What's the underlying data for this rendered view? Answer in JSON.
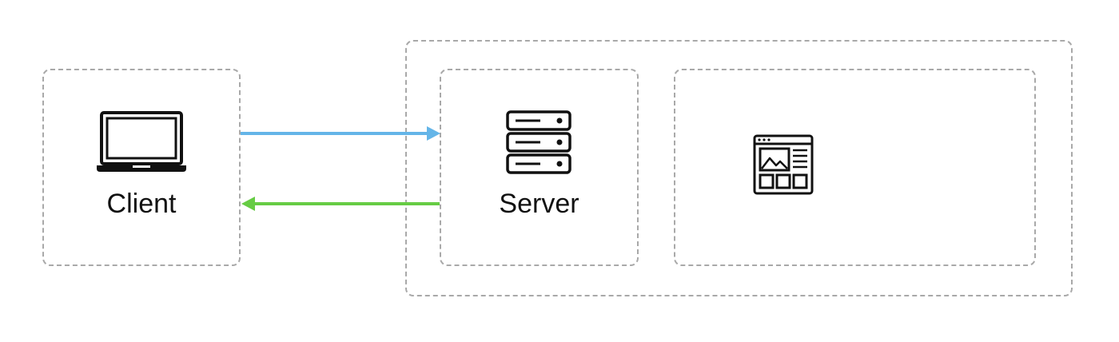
{
  "nodes": {
    "client": {
      "label": "Client",
      "icon": "laptop-icon"
    },
    "server": {
      "label": "Server",
      "icon": "server-icon"
    },
    "page": {
      "label": "",
      "icon": "webpage-icon"
    }
  },
  "edges": [
    {
      "from": "client",
      "to": "server",
      "color": "#64b5e8"
    },
    {
      "from": "server",
      "to": "client",
      "color": "#66cc44"
    }
  ],
  "colors": {
    "border": "#a9a9a9",
    "icon": "#111111"
  }
}
